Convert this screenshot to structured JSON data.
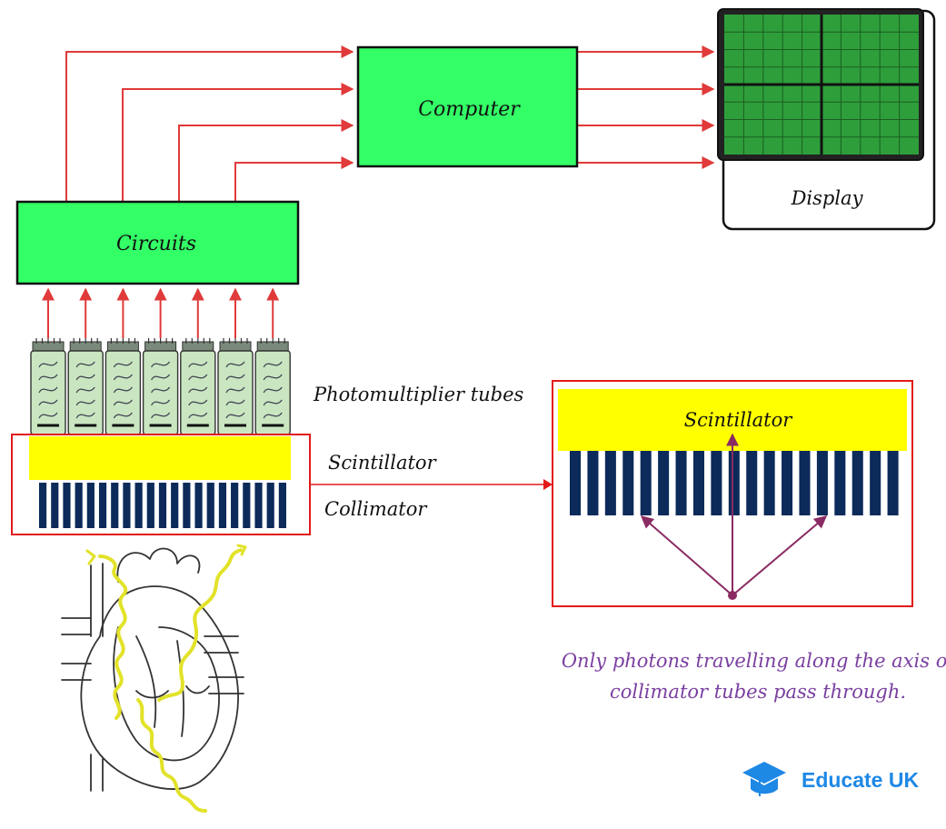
{
  "labels": {
    "computer": "Computer",
    "display": "Display",
    "circuits": "Circuits",
    "photomultiplier_tubes": "Photomultiplier tubes",
    "scintillator": "Scintillator",
    "collimator": "Collimator",
    "inset_scintillator": "Scintillator"
  },
  "note": {
    "line1": "Only photons travelling along the axis of",
    "line2": "collimator tubes pass through."
  },
  "brand": {
    "name": "Educate UK",
    "icon": "graduation-cap-icon"
  },
  "colors": {
    "box_green": "#33ff66",
    "screen_green": "#2e9e3a",
    "arrow_red": "#e03a3a",
    "scintillator_yellow": "#ffff00",
    "collimator_navy": "#0c2a5a",
    "photon_yellow": "#e2e22a",
    "ray_purple": "#8a2b63",
    "note_purple": "#7a3fa0",
    "brand_blue": "#1e88e5",
    "tube_green": "#c9e6c0"
  },
  "counts": {
    "photomultiplier_tubes": 7,
    "collimator_bars_main": 21,
    "collimator_bars_inset": 19
  }
}
